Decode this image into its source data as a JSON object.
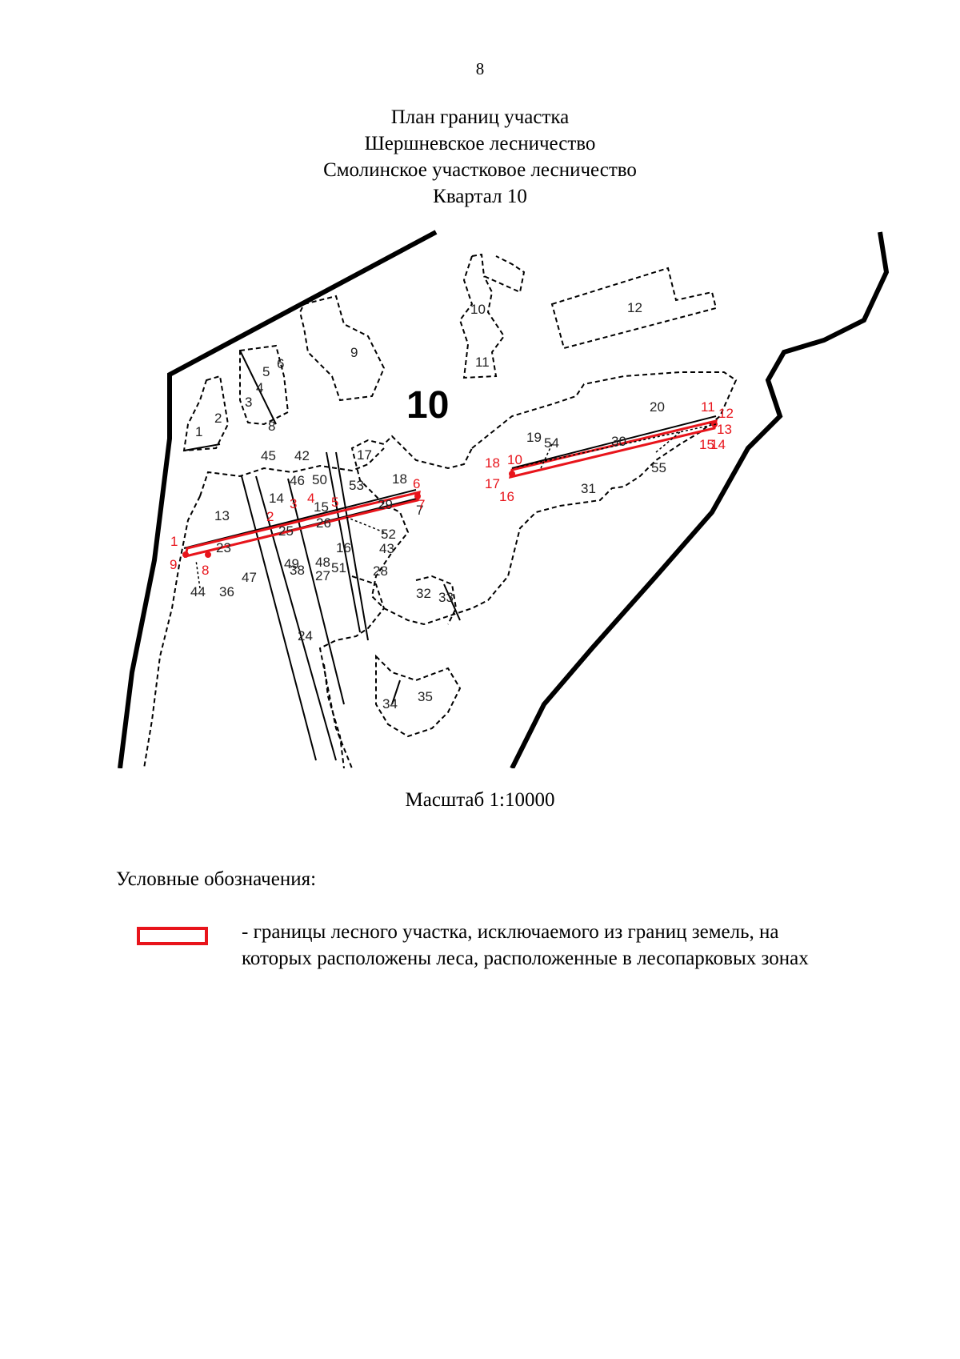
{
  "page": {
    "number": "8"
  },
  "title": {
    "line1": "План границ участка",
    "line2": "Шершневское лесничество",
    "line3": "Смолинское участковое лесничество",
    "line4": "Квартал 10"
  },
  "map": {
    "quarter_number": "10",
    "plot_labels": [
      "1",
      "2",
      "3",
      "4",
      "5",
      "6",
      "7",
      "8",
      "9",
      "10",
      "11",
      "12",
      "13",
      "14",
      "15",
      "16",
      "17",
      "18",
      "19",
      "20",
      "23",
      "24",
      "25",
      "26",
      "27",
      "28",
      "29",
      "30",
      "31",
      "32",
      "33",
      "34",
      "35",
      "36",
      "38",
      "42",
      "43",
      "44",
      "45",
      "46",
      "47",
      "48",
      "49",
      "50",
      "51",
      "52",
      "53",
      "54",
      "55"
    ],
    "boundary_point_labels": [
      "1",
      "2",
      "3",
      "4",
      "5",
      "6",
      "7",
      "8",
      "9",
      "10",
      "11",
      "12",
      "13",
      "14",
      "15",
      "16",
      "17",
      "18"
    ],
    "colors": {
      "boundary": "#e8141b",
      "lines": "#000000",
      "plot_text": "#222222"
    }
  },
  "scale": {
    "text": "Масштаб 1:10000"
  },
  "legend": {
    "heading": "Условные обозначения:",
    "items": [
      {
        "line1": "- границы лесного участка, исключаемого из границ земель, на",
        "line2": "которых расположены леса, расположенные в лесопарковых зонах",
        "color": "#e8141b"
      }
    ]
  }
}
